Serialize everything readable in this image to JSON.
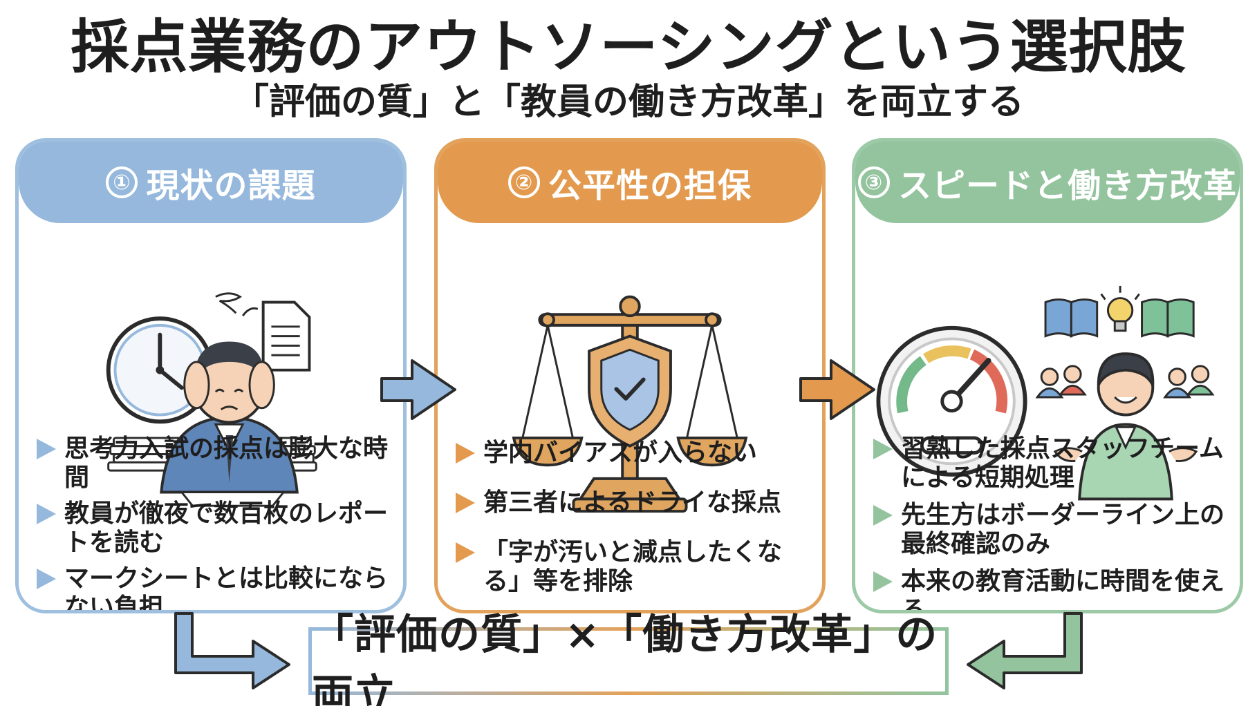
{
  "title": "採点業務のアウトソーシングという選択肢",
  "subtitle": "「評価の質」と「教員の働き方改革」を両立する",
  "panels": [
    {
      "number": "①",
      "heading": "現状の課題",
      "bullets": [
        "思考力入試の採点は膨大な時間",
        "教員が徹夜で数百枚のレポートを読む",
        "マークシートとは比較にならない負担"
      ]
    },
    {
      "number": "②",
      "heading": "公平性の担保",
      "bullets": [
        "学内バイアスが入らない",
        "第三者によるドライな採点",
        "「字が汚いと減点したくなる」等を排除"
      ]
    },
    {
      "number": "③",
      "heading": "スピードと働き方改革",
      "bullets": [
        "習熟した採点スタッフチームによる短期処理",
        "先生方はボーダーライン上の最終確認のみ",
        "本来の教育活動に時間を使える"
      ]
    }
  ],
  "result": "「評価の質」×「働き方改革」の両立",
  "colors": {
    "blue": "#95b8dc",
    "orange": "#e39a4e",
    "green": "#93c49e"
  }
}
